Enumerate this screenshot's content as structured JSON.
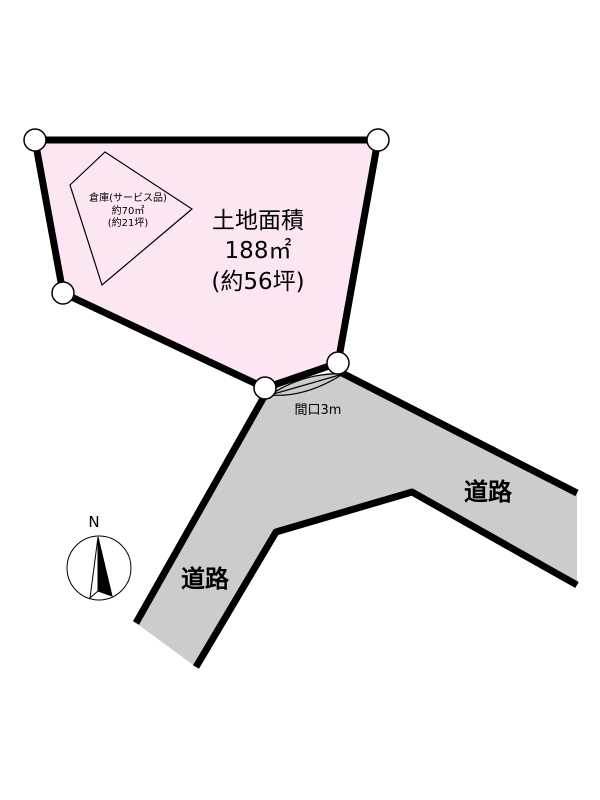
{
  "land": {
    "title": "土地面積",
    "area": "188㎡",
    "tsubo": "(約56坪)",
    "fill": "#fde6f4"
  },
  "warehouse": {
    "name": "倉庫(サービス品)",
    "area": "約70㎡",
    "tsubo": "(約21坪)"
  },
  "frontage": {
    "label": "間口3m"
  },
  "roads": {
    "label_right": "道路",
    "label_left": "道路",
    "fill": "#cccccc"
  },
  "compass": {
    "label": "N"
  }
}
